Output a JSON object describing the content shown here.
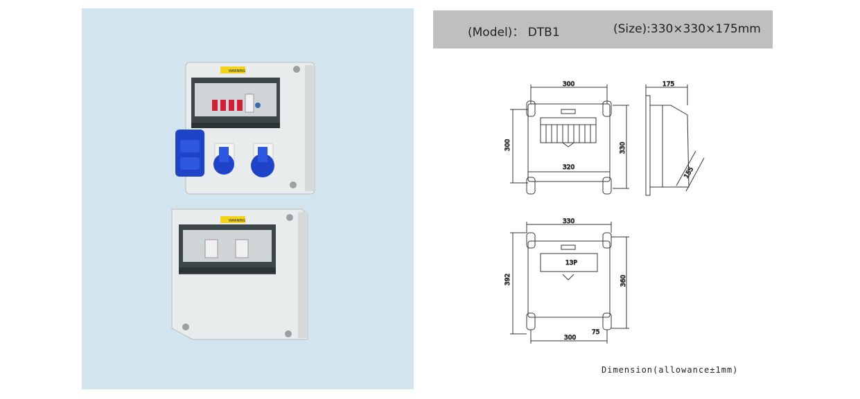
{
  "header": {
    "model_text": "(Model)： DTB1",
    "size_text": "(Size):330×330×175mm"
  },
  "product_photo": {
    "top_box_warning_label": "WARNING",
    "bottom_box_warning_label": "WARNING",
    "socket_color": "#1f44c9",
    "background_color": "#d2e5ef"
  },
  "drawing_top": {
    "width_300": "300",
    "height_300": "300",
    "mount_320": "320",
    "height_330": "330",
    "depth_175": "175",
    "open_155": "155"
  },
  "drawing_bottom": {
    "width_330": "330",
    "height_392": "392",
    "height_360": "360",
    "mount_300": "300",
    "offset_75": "75",
    "window_label": "13P"
  },
  "caption": "Dimension(allowance±1mm)"
}
